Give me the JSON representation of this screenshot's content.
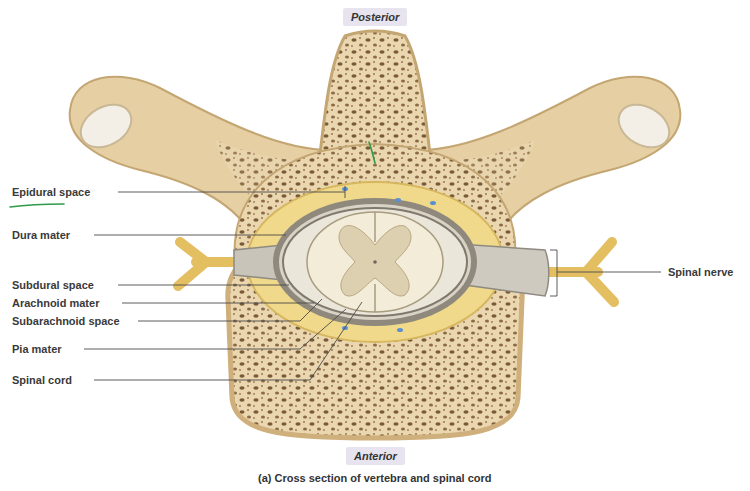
{
  "diagram": {
    "caption": "(a) Cross section of vertebra and spinal cord",
    "nodes": [
      {
        "text": [
          "Posterior"
        ]
      },
      {
        "text": [
          "Anterior"
        ]
      }
    ],
    "labels": [
      "Epidural space",
      "Dura mater",
      "Subdural space",
      "Arachnoid mater",
      "Subarachnoid space",
      "Pia mater",
      "Spinal cord",
      "Spinal nerve"
    ]
  }
}
